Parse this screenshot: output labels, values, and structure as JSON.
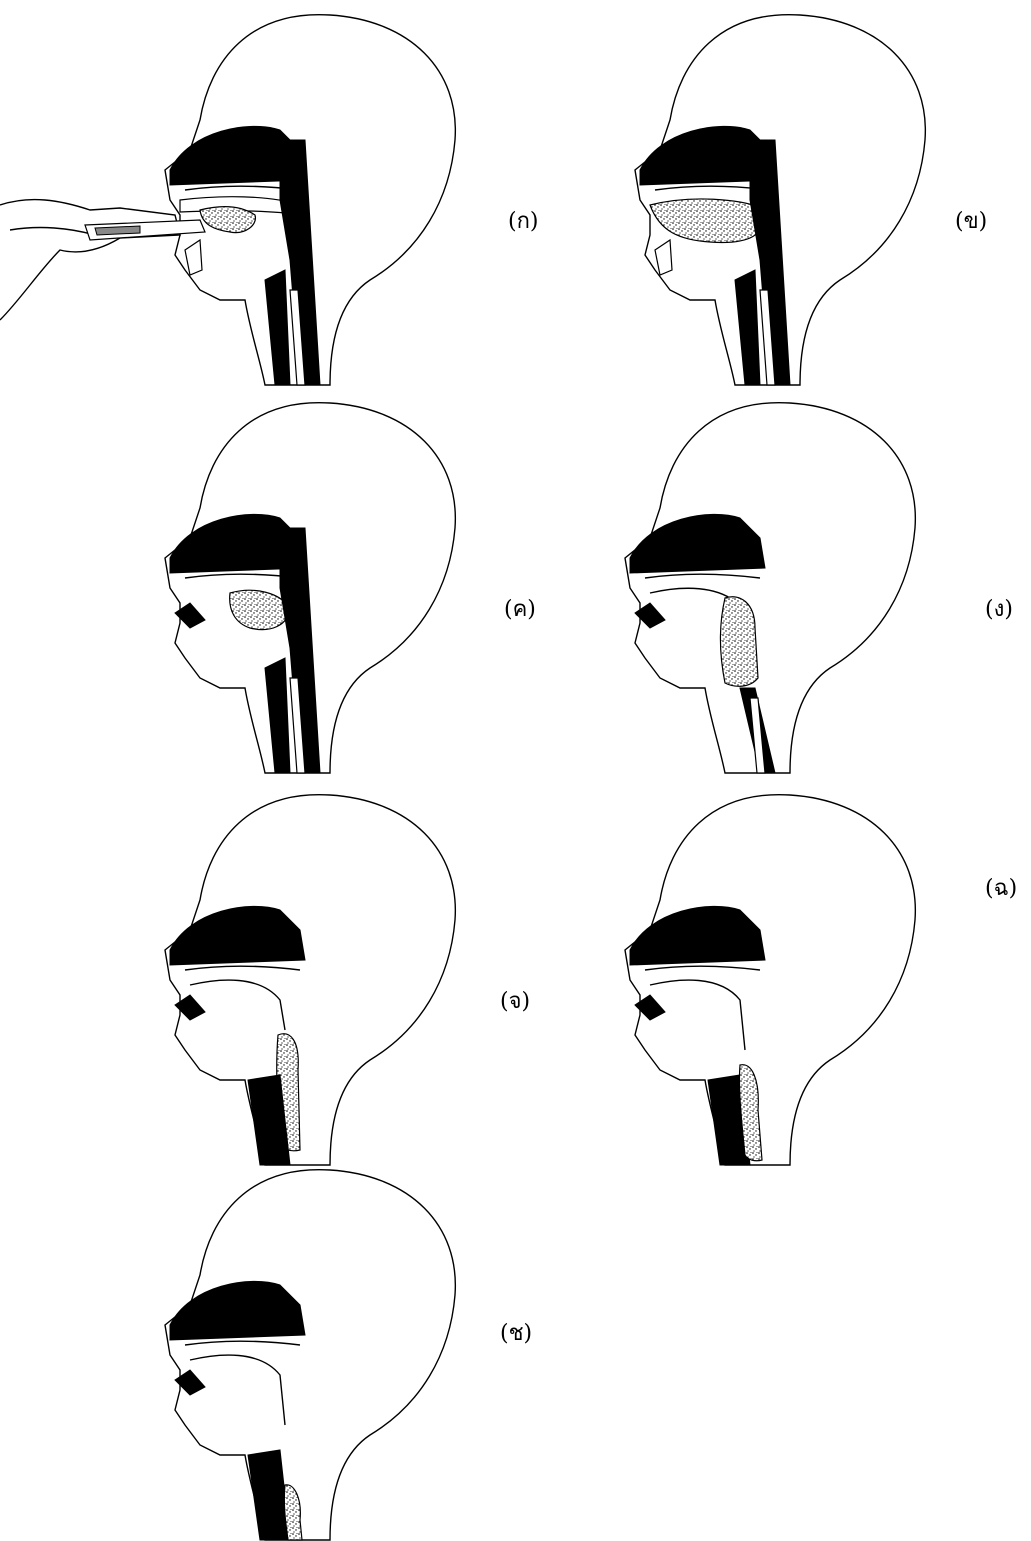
{
  "panels": [
    {
      "label": "(ก)",
      "stage": "bolus-in-mouth",
      "hand": true
    },
    {
      "label": "(ข)",
      "stage": "bolus-on-tongue"
    },
    {
      "label": "(ค)",
      "stage": "bolus-at-back-of-tongue"
    },
    {
      "label": "(ง)",
      "stage": "bolus-in-pharynx"
    },
    {
      "label": "(จ)",
      "stage": "bolus-entering-esophagus"
    },
    {
      "label": "(ฉ)",
      "stage": "bolus-in-esophagus"
    },
    {
      "label": "(ช)",
      "stage": "bolus-lower-esophagus"
    }
  ]
}
